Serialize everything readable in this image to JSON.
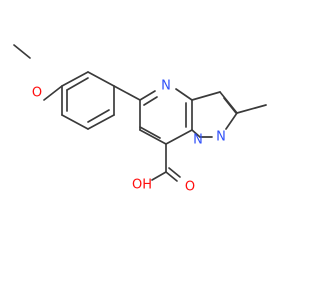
{
  "atoms": {
    "methoxy_oxygen": "O",
    "pyrimidine_nitrogen": "N",
    "bridge_nitrogen": "N",
    "pyrazole_nitrogen": "N",
    "hydroxyl": "OH",
    "carbonyl_oxygen": "O"
  },
  "colors": {
    "bond": "#3a3a3a",
    "oxygen": "#ff0d0d",
    "nitrogen": "#3050f8"
  }
}
